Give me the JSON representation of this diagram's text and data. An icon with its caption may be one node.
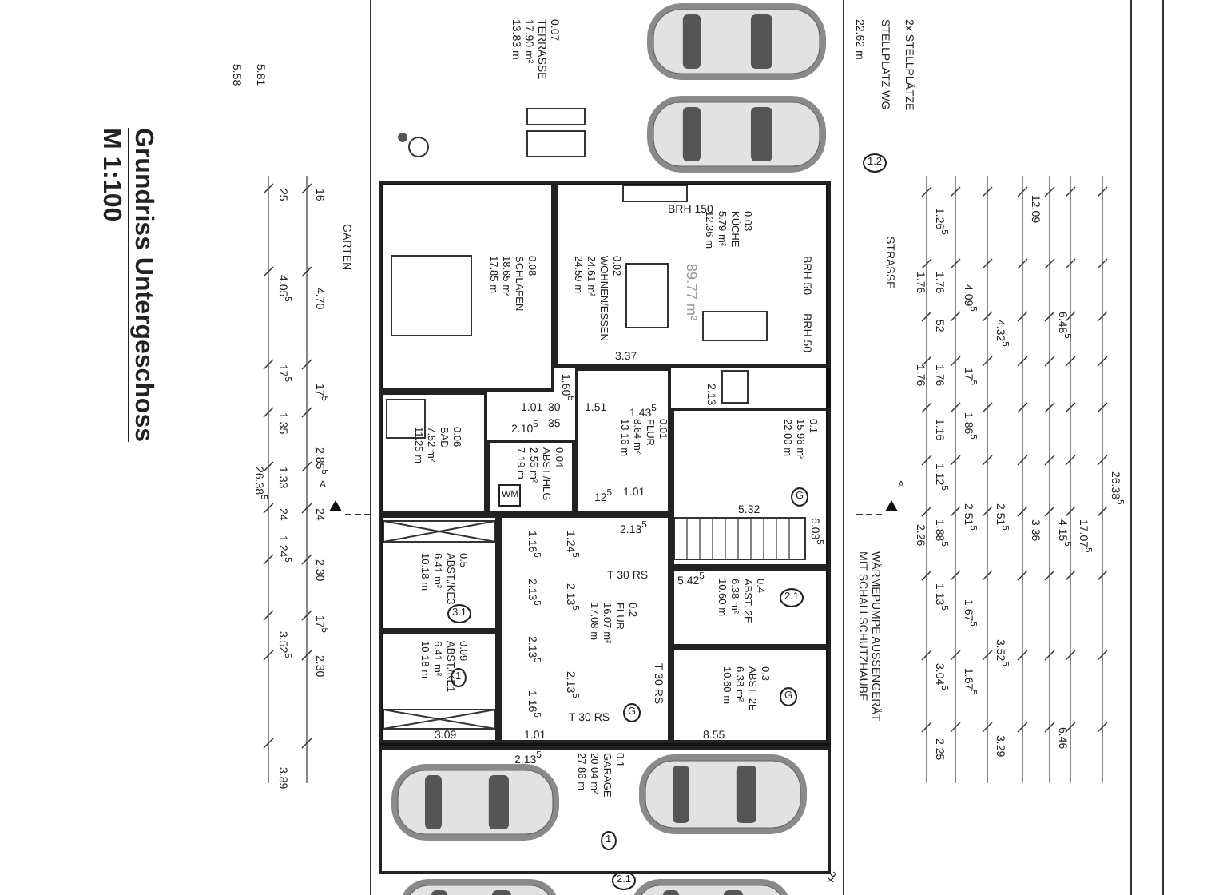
{
  "diagram": {
    "title": "Grundriss Untergeschoss",
    "nodes": [
      {
        "text": [],
        "shape": "box"
      },
      {
        "text": [
          "0.08",
          "SCHLAFEN",
          "18.65 m²",
          "17.85 m"
        ],
        "in": 0
      },
      {
        "text": [
          "0.02",
          "WOHNEN/ESSEN",
          "24.61 m²",
          "24.59 m"
        ],
        "in": 0
      },
      {
        "text": [
          "0.03",
          "KÜCHE",
          "5.79 m²",
          "12.36 m"
        ],
        "in": 2
      },
      {
        "text": [
          "0.06",
          "BAD",
          "7.52 m²",
          "11.25 m"
        ],
        "in": 0
      },
      {
        "text": [
          "0.01",
          "FLUR",
          "8.64 m²",
          "13.16 m"
        ],
        "in": 0
      },
      {
        "text": [
          "0.04",
          "ABST./HLG",
          "2.55 m²",
          "7.19 m"
        ],
        "in": 0
      },
      {
        "text": [
          "0.1",
          "15.96 m²",
          "22.00 m"
        ],
        "in": 0
      },
      {
        "text": [
          "0.5",
          "ABST./KE3",
          "6.41 m²",
          "10.18 m"
        ],
        "in": 0
      },
      {
        "text": [
          "0.09",
          "ABST./KE1",
          "6.41 m²",
          "10.18 m"
        ],
        "in": 0
      },
      {
        "text": [
          "0.2",
          "FLUR",
          "16.07 m²",
          "17.08 m"
        ],
        "in": 0
      },
      {
        "text": [
          "0.4",
          "ABST. 2E",
          "6.38 m²",
          "10.60 m"
        ],
        "in": 0
      },
      {
        "text": [
          "0.3",
          "ABST. 2E",
          "6.38 m²",
          "10.60 m"
        ],
        "in": 0
      },
      {
        "text": [
          "0.1",
          "GARAGE",
          "20.04 m²",
          "27.86 m"
        ]
      },
      {
        "text": [
          "WM"
        ],
        "in": 6
      }
    ],
    "labels": [
      "M 1:100",
      "GARTEN",
      "STRASSE",
      "STELLPLATZ WG",
      "2x STELLPLÄTZE",
      "22.62 m",
      "0.07 TERRASSE 17.90 m² 13.83 m",
      "89.77 m²",
      "BRH 150",
      "BRH 50",
      "BRH 50",
      "T 30 RS",
      "T 30 RS",
      "T 30 RS",
      "A",
      "A",
      "WÄRMEPUMPE AUSSENGERÄT MIT SCHALLSCHUTZHAUBE",
      "1.2",
      "3.1",
      "1",
      "G",
      "2.1",
      "G",
      "G",
      "1",
      "2.1",
      "2x",
      "5.58",
      "5.81",
      "25",
      "16",
      "4.05$^{5}$",
      "4.70",
      "17$^{5}$",
      "17$^{5}$",
      "1.35",
      "2.85$^{5}$",
      "1.33",
      "26.38$^{5}$",
      "24",
      "24",
      "1.24$^{5}$",
      "2.30",
      "3.52$^{5}$",
      "17$^{5}$",
      "2.30",
      "3.89",
      "1.26$^{5}$",
      "1.76",
      "1.76",
      "52",
      "1.76",
      "1.76",
      "1.16",
      "1.12$^{5}$",
      "2.26",
      "1.88$^{5}$",
      "1.13$^{5}$",
      "3.04$^{5}$",
      "2.25",
      "4.09$^{5}$",
      "17$^{5}$",
      "1.86$^{5}$",
      "2.51$^{5}$",
      "1.67$^{5}$",
      "1.67$^{5}$",
      "4.32$^{5}$",
      "2.51$^{5}$",
      "3.52$^{5}$",
      "3.29",
      "12.09",
      "3.36",
      "6.48$^{5}$",
      "4.15$^{5}$",
      "6.46",
      "17.07$^{5}$",
      "26.38$^{5}$",
      "3.37",
      "1.60$^{5}$",
      "2.13",
      "1.01",
      "30",
      "1.51",
      "1.43$^{5}$",
      "2.10$^{5}$",
      "35",
      "12$^{5}$",
      "1.01",
      "2.13$^{5}$",
      "5.32",
      "5.42$^{5}$",
      "6.03$^{5}$",
      "1.16$^{5}$",
      "2.13$^{5}$",
      "2.13$^{5}$",
      "1.16$^{5}$",
      "1.24$^{5}$",
      "2.13$^{5}$",
      "2.13$^{5}$",
      "3.09",
      "1.01",
      "8.55",
      "2.13$^{5}$"
    ]
  }
}
